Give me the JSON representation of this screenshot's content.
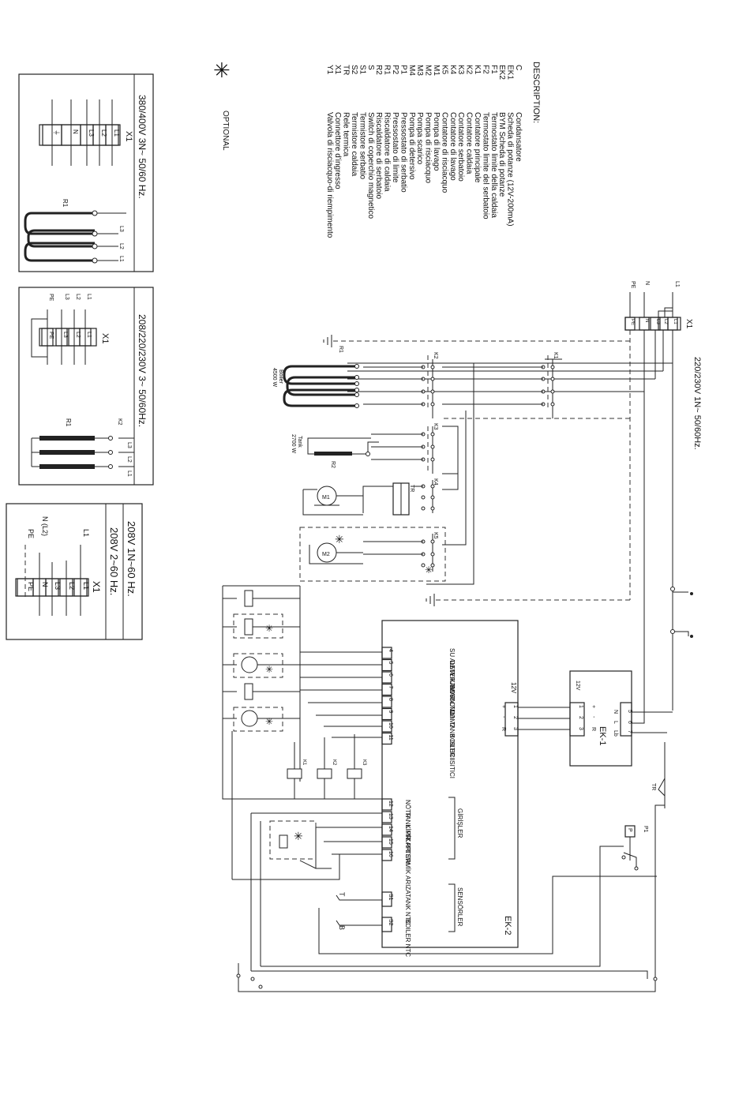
{
  "description": {
    "title": "DESCRIPTION:",
    "items": [
      {
        "code": "C",
        "text": "Condansatore"
      },
      {
        "code": "EK1",
        "text": "Scheda di potanze (12V-200mA)"
      },
      {
        "code": "EK2",
        "text": "BYM Scheda di potanze"
      },
      {
        "code": "F1",
        "text": "Termostato limite della caldaia"
      },
      {
        "code": "F2",
        "text": "Termostato limite del serbatoio"
      },
      {
        "code": "K1",
        "text": "Contatore principale"
      },
      {
        "code": "K2",
        "text": "Contatore caldaia"
      },
      {
        "code": "K3",
        "text": "Contatore serbatoio"
      },
      {
        "code": "K4",
        "text": "Contatore di lavago"
      },
      {
        "code": "K5",
        "text": "Contatore di risciacquo"
      },
      {
        "code": "M1",
        "text": "Pompa di lavago"
      },
      {
        "code": "M2",
        "text": "Pompa di risciacquo"
      },
      {
        "code": "M3",
        "text": "Pompa scarico"
      },
      {
        "code": "M4",
        "text": "Pompa di detersivo"
      },
      {
        "code": "P1",
        "text": "Pressostato di serbatio"
      },
      {
        "code": "P2",
        "text": "Pressostato di limite"
      },
      {
        "code": "R1",
        "text": "Riscaldatore di caldaia"
      },
      {
        "code": "R2",
        "text": "Riscaldatore di serbatoio"
      },
      {
        "code": "S",
        "text": "Switch di coperchio magnetico"
      },
      {
        "code": "S1",
        "text": "Termistore serbatio"
      },
      {
        "code": "S2",
        "text": "Termistore caldaia"
      },
      {
        "code": "TR",
        "text": "Rele termica"
      },
      {
        "code": "X1",
        "text": "Connettore d'ingresso"
      },
      {
        "code": "Y1",
        "text": "Valvola di risciacquo-di riempimento"
      }
    ],
    "optional_symbol": "✳",
    "optional_label": "OPTIONAL"
  },
  "panels": {
    "p400": {
      "heading": "380/400V 3N~ 50/60 Hz.",
      "connector": "X1",
      "terminals": [
        "L1",
        "L2",
        "L3",
        "N",
        "⏚"
      ],
      "heater": "R1",
      "lines": [
        "L1",
        "L2",
        "L3"
      ]
    },
    "p230": {
      "heading": "208/220/230V 3~ 50/60Hz.",
      "connector": "X1",
      "terminals": [
        "L1",
        "L2",
        "L3",
        "PE"
      ],
      "side_labels": [
        "L1",
        "L2",
        "L3",
        "PE"
      ],
      "heater": "R1",
      "contactor": "K2",
      "lines": [
        "L1",
        "L2",
        "L3"
      ]
    },
    "p208": {
      "heading1": "208V 1N~60 Hz.",
      "heading2": "208V 2~60 Hz.",
      "connector": "X1",
      "terminals": [
        "L1",
        "L2",
        "L3",
        "N",
        "PE"
      ],
      "side_labels": [
        "L1",
        "N (L2)",
        "PE"
      ]
    }
  },
  "main": {
    "supply": "220/230V 1N~ 50/60Hz.",
    "connector": "X1",
    "terminals": [
      "L1",
      "L2",
      "L3",
      "N",
      "PE"
    ],
    "supply_labels": [
      "L1",
      "N",
      "PE"
    ],
    "boiler": {
      "name": "R1",
      "label": "Boiler",
      "power": "4500 W"
    },
    "tank": {
      "name": "R2",
      "label": "Tank",
      "power": "2700 W"
    },
    "contactors": [
      "K1",
      "K2",
      "K3",
      "K4",
      "K5",
      "TR"
    ],
    "motors": [
      "M1",
      "M2"
    ],
    "ek1": {
      "name": "EK-1",
      "left_label": "12V",
      "pins": [
        "1",
        "2",
        "3"
      ],
      "pin_signs": [
        "+",
        "-",
        "R"
      ],
      "power_pins": [
        "5",
        "6",
        "7"
      ],
      "power_labels": [
        "N",
        "L",
        "Lb"
      ]
    },
    "ek2": {
      "name": "EK-2",
      "supply_label": "12V",
      "supply_pins": [
        "1",
        "2",
        "3"
      ],
      "supply_signs": [
        "+",
        "-",
        "R"
      ],
      "outputs": [
        {
          "pin": "4",
          "label": "SU ALMA"
        },
        {
          "pin": "5",
          "label": "DETERJAN P."
        },
        {
          "pin": "6",
          "label": "YIKAMA"
        },
        {
          "pin": "7",
          "label": "BOSALTMA"
        },
        {
          "pin": "8",
          "label": "COM1"
        },
        {
          "pin": "9",
          "label": "COM2"
        },
        {
          "pin": "10",
          "label": "TANK ISITICI"
        },
        {
          "pin": "11",
          "label": "BOILER ISITICI"
        }
      ],
      "inputs": [
        {
          "pin": "12",
          "label": "NÖTR"
        },
        {
          "pin": "13",
          "label": "TANK PR."
        },
        {
          "pin": "14",
          "label": "LİMİT PR."
        },
        {
          "pin": "15",
          "label": "KAPI SW."
        },
        {
          "pin": "16",
          "label": "TERMİK ARIZA"
        }
      ],
      "inputs_group": "GİRİŞLER",
      "sensors": [
        {
          "pin": "S1",
          "label": "TANK NTC"
        },
        {
          "pin": "S2",
          "label": "BOILER NTC"
        }
      ],
      "sensors_group": "SENSÖRLER",
      "sensor_marks": [
        "T",
        "B"
      ]
    },
    "relays": [
      "K1",
      "K2",
      "K3"
    ],
    "pressostat": "P1",
    "pressostat_box": "P",
    "thermal": "TR"
  }
}
